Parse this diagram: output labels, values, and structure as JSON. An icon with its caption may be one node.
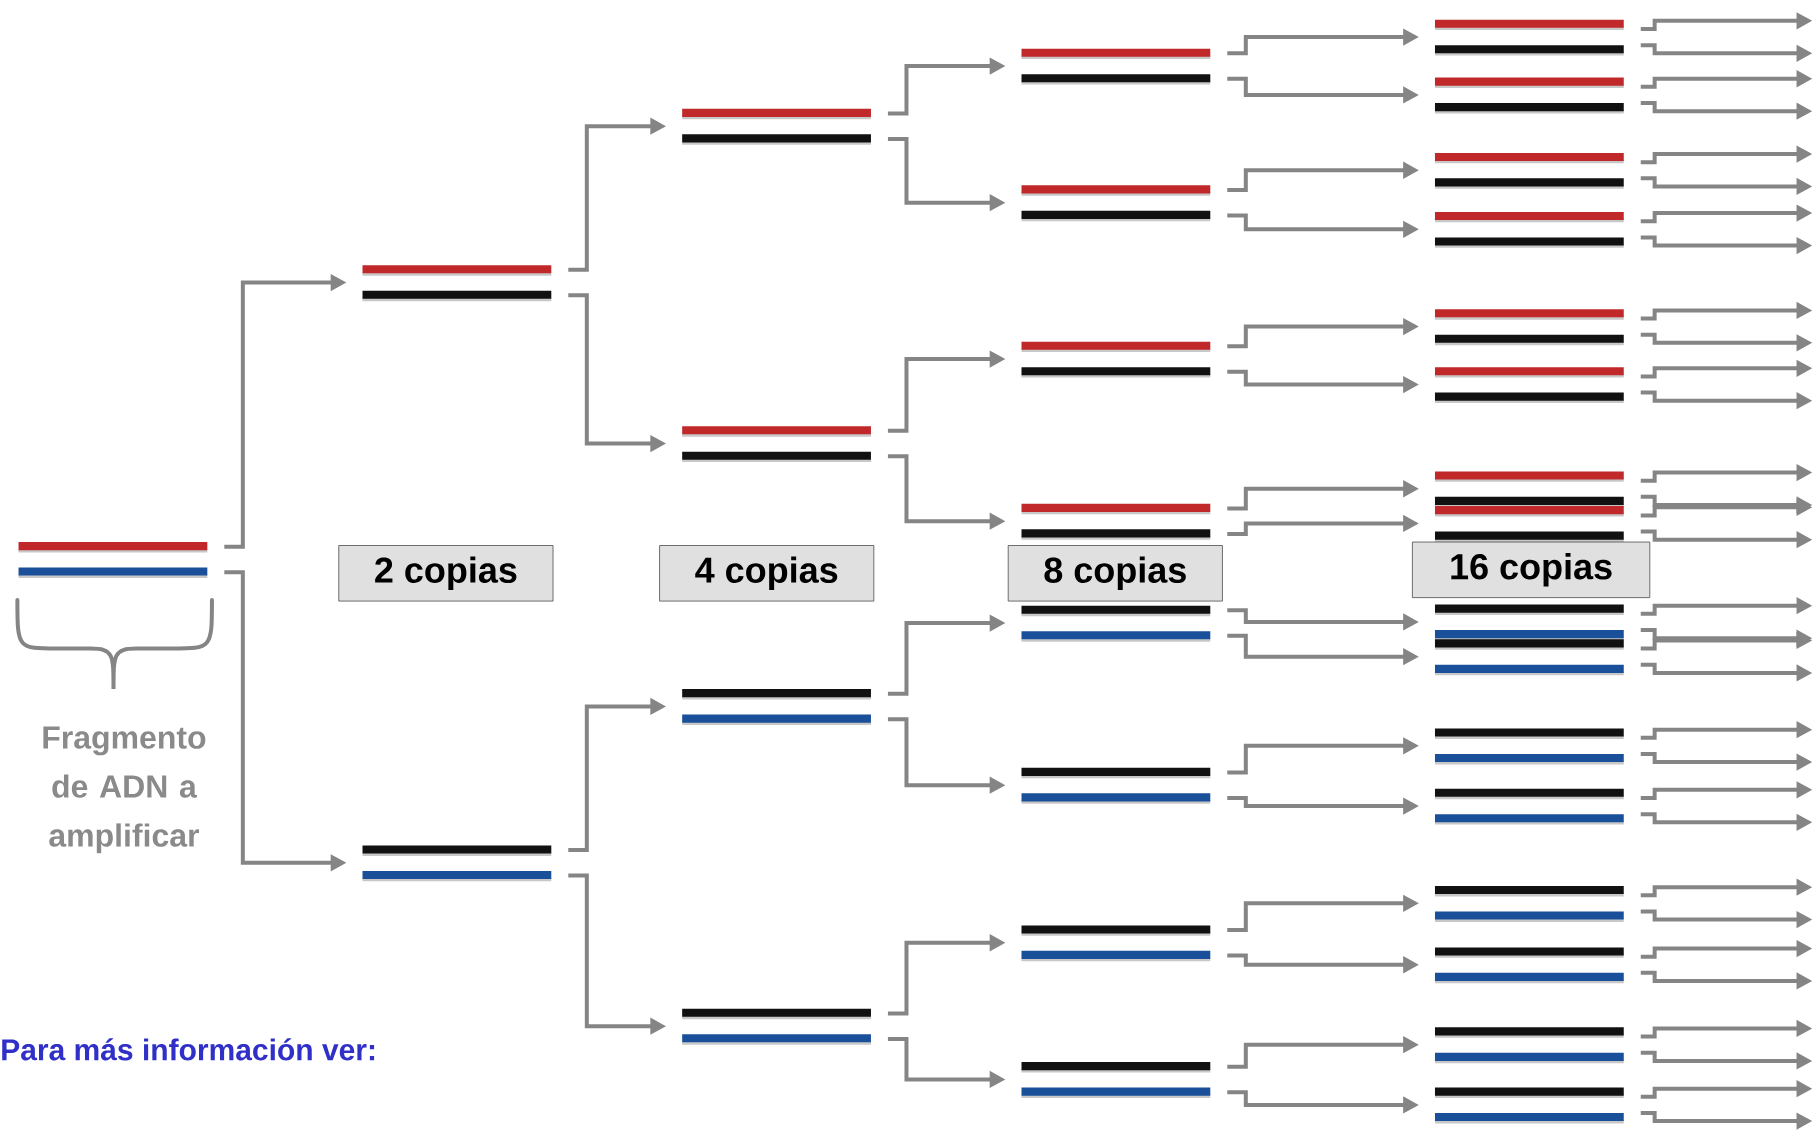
{
  "diagram": {
    "nodes": [
      {
        "text": [],
        "shape": "bar"
      },
      {
        "text": [],
        "shape": "bar"
      },
      {
        "text": [],
        "shape": "bar"
      },
      {
        "text": [],
        "shape": "bar"
      },
      {
        "text": [],
        "shape": "bar"
      },
      {
        "text": [],
        "shape": "bar"
      },
      {
        "text": [],
        "shape": "bar"
      },
      {
        "text": [],
        "shape": "bar"
      },
      {
        "text": [],
        "shape": "bar"
      },
      {
        "text": [],
        "shape": "bar"
      },
      {
        "text": [],
        "shape": "bar"
      },
      {
        "text": [],
        "shape": "bar"
      },
      {
        "text": [],
        "shape": "bar"
      },
      {
        "text": [],
        "shape": "bar"
      },
      {
        "text": [],
        "shape": "bar"
      },
      {
        "text": [],
        "shape": "bar"
      },
      {
        "text": [],
        "shape": "bar"
      },
      {
        "text": [],
        "shape": "bar"
      },
      {
        "text": [],
        "shape": "bar"
      },
      {
        "text": [],
        "shape": "bar"
      },
      {
        "text": [],
        "shape": "bar"
      },
      {
        "text": [],
        "shape": "bar"
      },
      {
        "text": [],
        "shape": "bar"
      },
      {
        "text": [],
        "shape": "bar"
      },
      {
        "text": [],
        "shape": "bar"
      },
      {
        "text": [],
        "shape": "bar"
      },
      {
        "text": [],
        "shape": "bar"
      },
      {
        "text": [],
        "shape": "bar"
      },
      {
        "text": [],
        "shape": "bar"
      },
      {
        "text": [],
        "shape": "bar"
      },
      {
        "text": [],
        "shape": "bar"
      },
      {
        "text": [
          "2 copias"
        ]
      },
      {
        "text": [
          "4 copias"
        ]
      },
      {
        "text": [
          "8 copias"
        ]
      },
      {
        "text": [
          "16 copias"
        ]
      }
    ],
    "edges": [
      {
        "from": 0,
        "to": 1,
        "arrow": "to"
      },
      {
        "from": 0,
        "to": 2,
        "arrow": "to"
      },
      {
        "from": 1,
        "to": 3,
        "arrow": "to"
      },
      {
        "from": 1,
        "to": 4,
        "arrow": "to"
      },
      {
        "from": 2,
        "to": 5,
        "arrow": "to"
      },
      {
        "from": 2,
        "to": 6,
        "arrow": "to"
      },
      {
        "from": 3,
        "to": 7,
        "arrow": "to"
      },
      {
        "from": 3,
        "to": 8,
        "arrow": "to"
      },
      {
        "from": 4,
        "to": 9,
        "arrow": "to"
      },
      {
        "from": 4,
        "to": 10,
        "arrow": "to"
      },
      {
        "from": 5,
        "to": 11,
        "arrow": "to"
      },
      {
        "from": 5,
        "to": 12,
        "arrow": "to"
      },
      {
        "from": 6,
        "to": 13,
        "arrow": "to"
      },
      {
        "from": 6,
        "to": 14,
        "arrow": "to"
      },
      {
        "from": 7,
        "to": 15,
        "arrow": "to"
      },
      {
        "from": 7,
        "to": 16,
        "arrow": "to"
      },
      {
        "from": 8,
        "to": 17,
        "arrow": "to"
      },
      {
        "from": 8,
        "to": 18,
        "arrow": "to"
      },
      {
        "from": 9,
        "to": 19,
        "arrow": "to"
      },
      {
        "from": 9,
        "to": 20,
        "arrow": "to"
      },
      {
        "from": 10,
        "to": 21,
        "arrow": "to"
      },
      {
        "from": 10,
        "to": 22,
        "arrow": "to"
      },
      {
        "from": 11,
        "to": 23,
        "arrow": "to"
      },
      {
        "from": 11,
        "to": 24,
        "arrow": "to"
      },
      {
        "from": 12,
        "to": 25,
        "arrow": "to"
      },
      {
        "from": 12,
        "to": 26,
        "arrow": "to"
      },
      {
        "from": 13,
        "to": 27,
        "arrow": "to"
      },
      {
        "from": 13,
        "to": 28,
        "arrow": "to"
      },
      {
        "from": 14,
        "to": 29,
        "arrow": "to"
      },
      {
        "from": 14,
        "to": 30,
        "arrow": "to"
      },
      {
        "from": 15,
        "to": null,
        "arrow": "to"
      },
      {
        "from": 15,
        "to": null,
        "arrow": "to"
      },
      {
        "from": 16,
        "to": null,
        "arrow": "to"
      },
      {
        "from": 16,
        "to": null,
        "arrow": "to"
      },
      {
        "from": 17,
        "to": null,
        "arrow": "to"
      },
      {
        "from": 17,
        "to": null,
        "arrow": "to"
      },
      {
        "from": 18,
        "to": null,
        "arrow": "to"
      },
      {
        "from": 18,
        "to": null,
        "arrow": "to"
      },
      {
        "from": 19,
        "to": null,
        "arrow": "to"
      },
      {
        "from": 19,
        "to": null,
        "arrow": "to"
      },
      {
        "from": 20,
        "to": null,
        "arrow": "to"
      },
      {
        "from": 20,
        "to": null,
        "arrow": "to"
      },
      {
        "from": 21,
        "to": null,
        "arrow": "to"
      },
      {
        "from": 21,
        "to": null,
        "arrow": "to"
      },
      {
        "from": 22,
        "to": null,
        "arrow": "to"
      },
      {
        "from": 22,
        "to": null,
        "arrow": "to"
      },
      {
        "from": 23,
        "to": null,
        "arrow": "to"
      },
      {
        "from": 23,
        "to": null,
        "arrow": "to"
      },
      {
        "from": 24,
        "to": null,
        "arrow": "to"
      },
      {
        "from": 24,
        "to": null,
        "arrow": "to"
      },
      {
        "from": 25,
        "to": null,
        "arrow": "to"
      },
      {
        "from": 25,
        "to": null,
        "arrow": "to"
      },
      {
        "from": 26,
        "to": null,
        "arrow": "to"
      },
      {
        "from": 26,
        "to": null,
        "arrow": "to"
      },
      {
        "from": 27,
        "to": null,
        "arrow": "to"
      },
      {
        "from": 27,
        "to": null,
        "arrow": "to"
      },
      {
        "from": 28,
        "to": null,
        "arrow": "to"
      },
      {
        "from": 28,
        "to": null,
        "arrow": "to"
      },
      {
        "from": 29,
        "to": null,
        "arrow": "to"
      },
      {
        "from": 29,
        "to": null,
        "arrow": "to"
      },
      {
        "from": 30,
        "to": null,
        "arrow": "to"
      },
      {
        "from": 30,
        "to": null,
        "arrow": "to"
      }
    ],
    "labels": [
      "Fragmento de ADN a amplificar",
      "Para más información ver:"
    ]
  }
}
